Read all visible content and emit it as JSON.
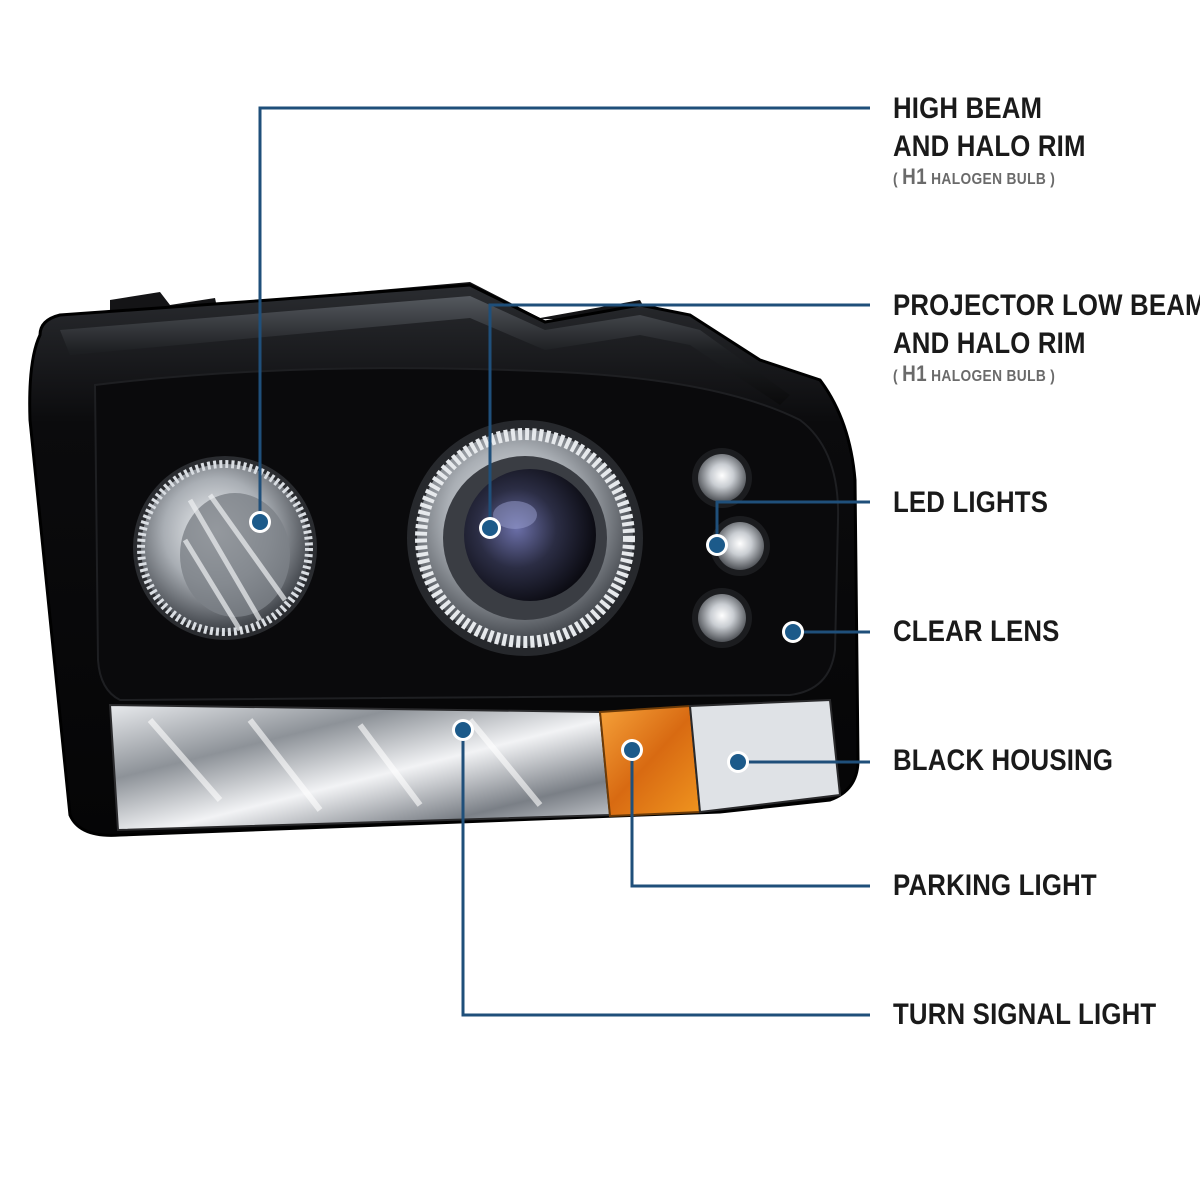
{
  "callouts": {
    "high_beam": {
      "line1": "HIGH BEAM",
      "line2": "AND HALO RIM",
      "sub_open": "( ",
      "sub_bulb": "H1",
      "sub_rest": " HALOGEN BULB )"
    },
    "projector": {
      "line1": "PROJECTOR LOW BEAM",
      "line2": "AND HALO RIM",
      "sub_open": "( ",
      "sub_bulb": "H1",
      "sub_rest": " HALOGEN BULB )"
    },
    "led_lights": "LED LIGHTS",
    "clear_lens": "CLEAR LENS",
    "black_housing": "BLACK HOUSING",
    "parking_light": "PARKING LIGHT",
    "turn_signal": "TURN SIGNAL LIGHT"
  },
  "colors": {
    "leader_line": "#1f4f7a",
    "dot": "#1c5a8a",
    "housing": "#0c0c0e",
    "chrome": "#cfd3d8",
    "amber": "#e8821e",
    "label_text": "#1a1a1a",
    "sub_text": "#6a6a6a"
  }
}
